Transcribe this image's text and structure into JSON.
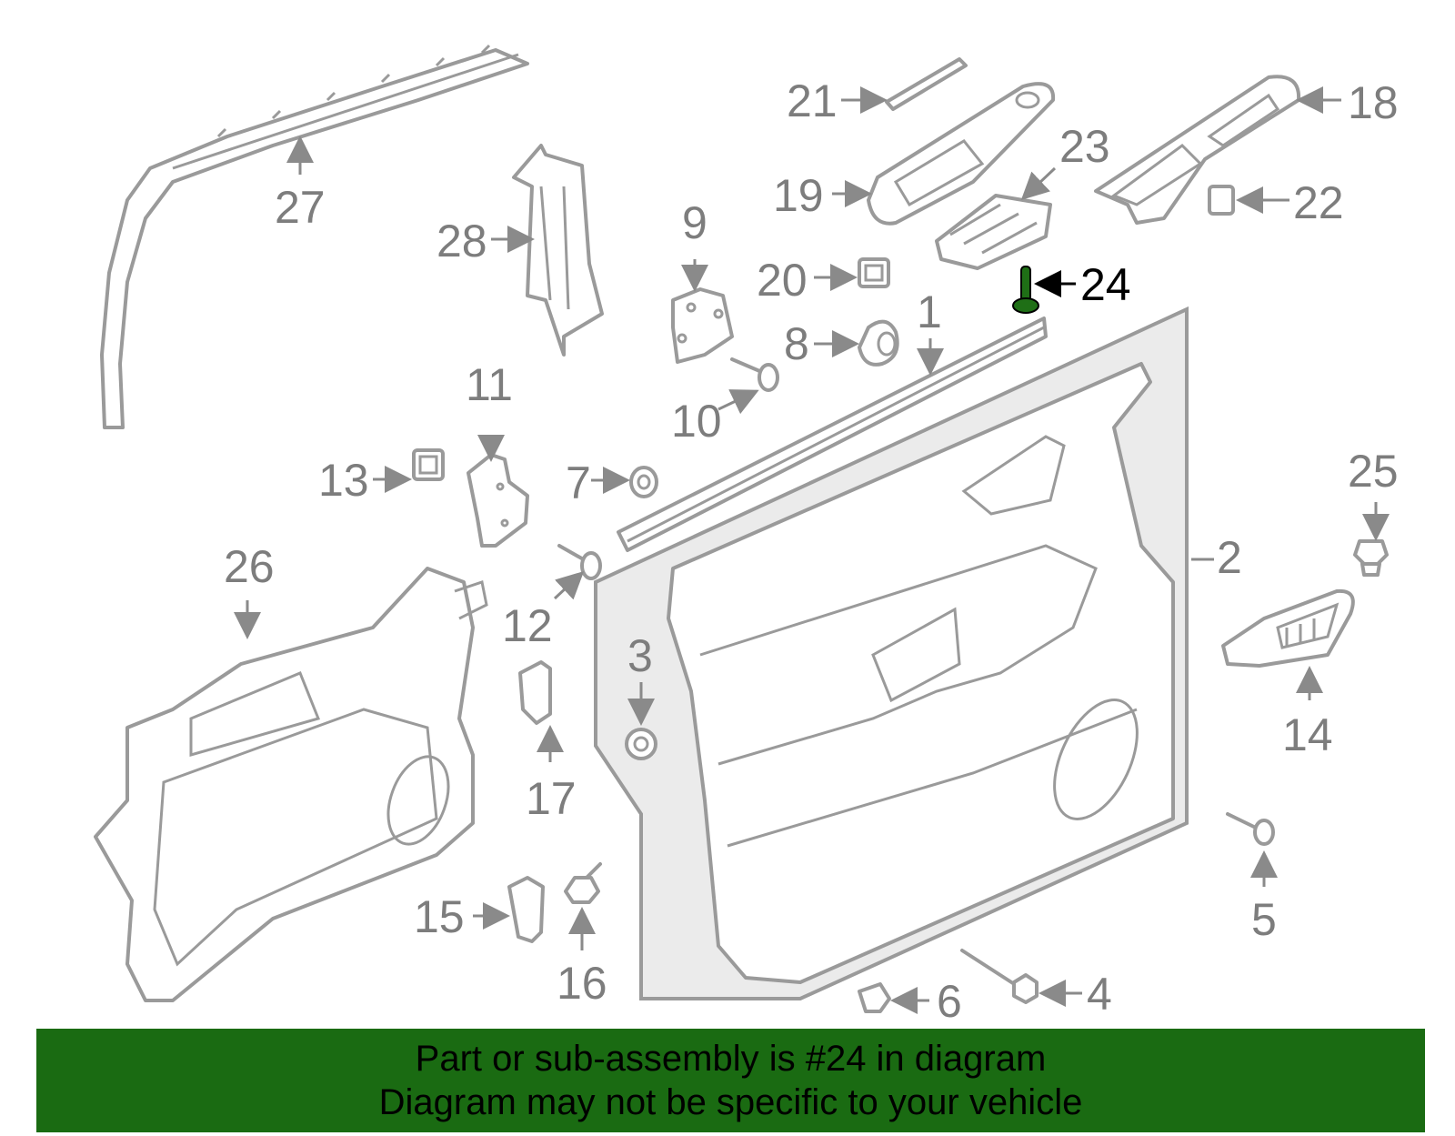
{
  "callouts": {
    "c1": "1",
    "c2": "2",
    "c3": "3",
    "c4": "4",
    "c5": "5",
    "c6": "6",
    "c7": "7",
    "c8": "8",
    "c9": "9",
    "c10": "10",
    "c11": "11",
    "c12": "12",
    "c13": "13",
    "c14": "14",
    "c15": "15",
    "c16": "16",
    "c17": "17",
    "c18": "18",
    "c19": "19",
    "c20": "20",
    "c21": "21",
    "c22": "22",
    "c23": "23",
    "c24": "24",
    "c25": "25",
    "c26": "26",
    "c27": "27",
    "c28": "28"
  },
  "highlight": {
    "part_number": "24",
    "color": "#1a6b12",
    "part_color": "#1f6f16"
  },
  "banner": {
    "line1": "Part or sub-assembly is #24 in diagram",
    "line2": "Diagram may not be specific to your vehicle",
    "background": "#1a6b12"
  }
}
